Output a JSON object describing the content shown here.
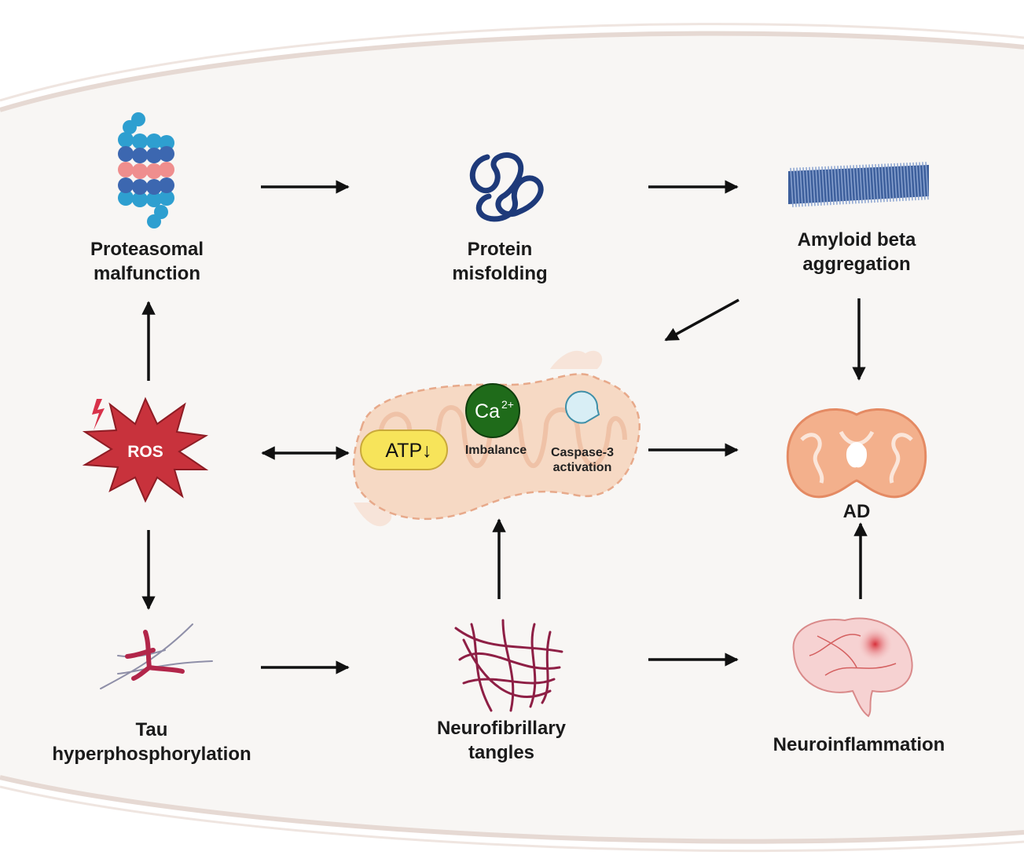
{
  "nodes": {
    "proteasomal": {
      "line1": "Proteasomal",
      "line2": "malfunction"
    },
    "misfolding": {
      "line1": "Protein",
      "line2": "misfolding"
    },
    "amyloid": {
      "line1": "Amyloid beta",
      "line2": "aggregation"
    },
    "ros": {
      "label": "ROS"
    },
    "mitochondria": {
      "atp": "ATP↓",
      "calcium": "Ca",
      "calcium_sup": "2+",
      "calcium_caption": "Imbalance",
      "caspase_line1": "Caspase-3",
      "caspase_line2": "activation"
    },
    "ad": {
      "label": "AD"
    },
    "tau": {
      "line1": "Tau",
      "line2": "hyperphosphorylation"
    },
    "tangles": {
      "line1": "Neurofibrillary",
      "line2": "tangles"
    },
    "neuroinflammation": {
      "label": "Neuroinflammation"
    }
  },
  "colors": {
    "cell_fill": "#f8f6f4",
    "cell_border": "#e6d9d3",
    "ros_red": "#c8323c",
    "mito_fill": "#f6d9c4",
    "atp_yellow": "#f7e45a",
    "calcium_green": "#1f6b1a",
    "caspase_blue": "#d8eef5",
    "arrow": "#111111"
  }
}
